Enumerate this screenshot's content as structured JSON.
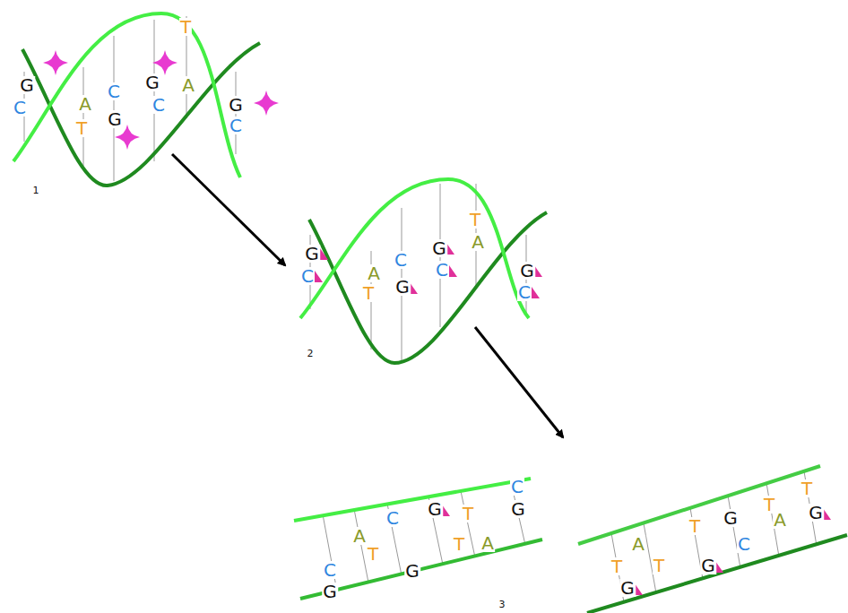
{
  "diagram": {
    "labels": [
      "G",
      "C",
      "A",
      "T",
      "C",
      "G",
      "G",
      "C",
      "T",
      "A",
      "G",
      "C",
      "1",
      "G",
      "C",
      "A",
      "T",
      "C",
      "G",
      "G",
      "C",
      "T",
      "A",
      "G",
      "C",
      "2",
      "C",
      "G",
      "A",
      "T",
      "C",
      "G",
      "G",
      "T",
      "T",
      "A",
      "C",
      "G",
      "T",
      "G",
      "A",
      "T",
      "T",
      "G",
      "G",
      "C",
      "T",
      "A",
      "T",
      "G",
      "3"
    ]
  }
}
